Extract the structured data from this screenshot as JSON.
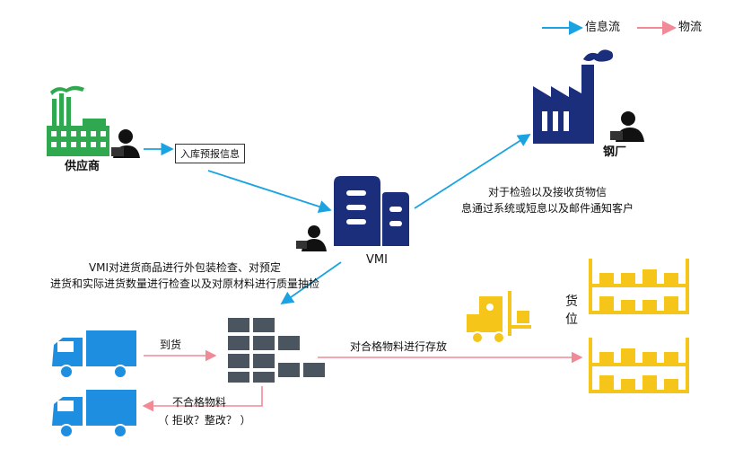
{
  "legend": {
    "info_flow": "信息流",
    "material_flow": "物流",
    "info_color": "#1aa3e0",
    "material_color": "#f08a96"
  },
  "nodes": {
    "supplier": "供应商",
    "steel_plant": "钢厂",
    "vmi": "VMI",
    "storage": "货位"
  },
  "labels": {
    "pre_notice": "入库预报信息",
    "notify_line1": "对于检验以及接收货物信",
    "notify_line2": "息通过系统或短息以及邮件通知客户",
    "inspect_line1": "VMI对进货商品进行外包装检查、对预定",
    "inspect_line2": "进货和实际进货数量进行检查以及对原材料进行质量抽检",
    "arrival": "到货",
    "store_qualified": "对合格物料进行存放",
    "unqualified": "不合格物料",
    "reject_or_fix": "（ 拒收？整改？ ）"
  },
  "icons": {
    "supplier": "factory-icon",
    "steel_plant": "factory-icon",
    "vmi": "building-icon",
    "operator": "person-laptop-icon",
    "truck": "truck-icon",
    "warehouse_goods": "boxes-icon",
    "forklift": "forklift-icon",
    "shelf": "shelf-icon"
  },
  "colors": {
    "supplier_green": "#2fa84f",
    "plant_navy": "#1a2e7c",
    "truck_blue": "#1e8fe0",
    "box_gray": "#4b5560",
    "shelf_yellow": "#f5c51a"
  }
}
